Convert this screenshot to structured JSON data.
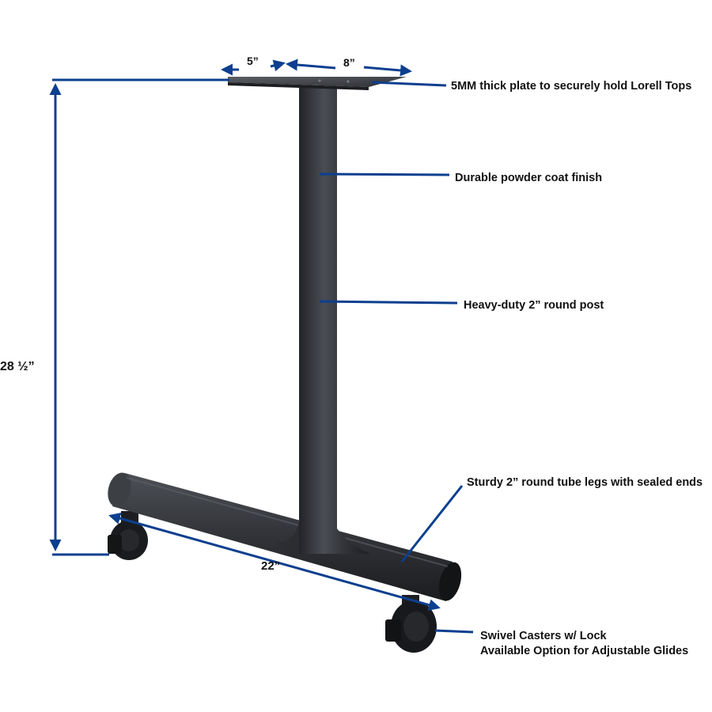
{
  "dimensions": {
    "plate_depth": "5”",
    "plate_width": "8”",
    "height": "28 ½”",
    "base_length": "22”"
  },
  "callouts": {
    "plate": "5MM thick plate to securely hold Lorell Tops",
    "finish": "Durable powder coat finish",
    "post": "Heavy-duty 2” round post",
    "legs": "Sturdy 2” round tube legs with sealed ends",
    "casters_line1": "Swivel Casters w/ Lock",
    "casters_line2": "Available Option for Adjustable Glides"
  },
  "colors": {
    "leader": "#0c3f8f",
    "metal": "#2f3136",
    "metal_highlight": "#56595f",
    "text": "#111111"
  }
}
